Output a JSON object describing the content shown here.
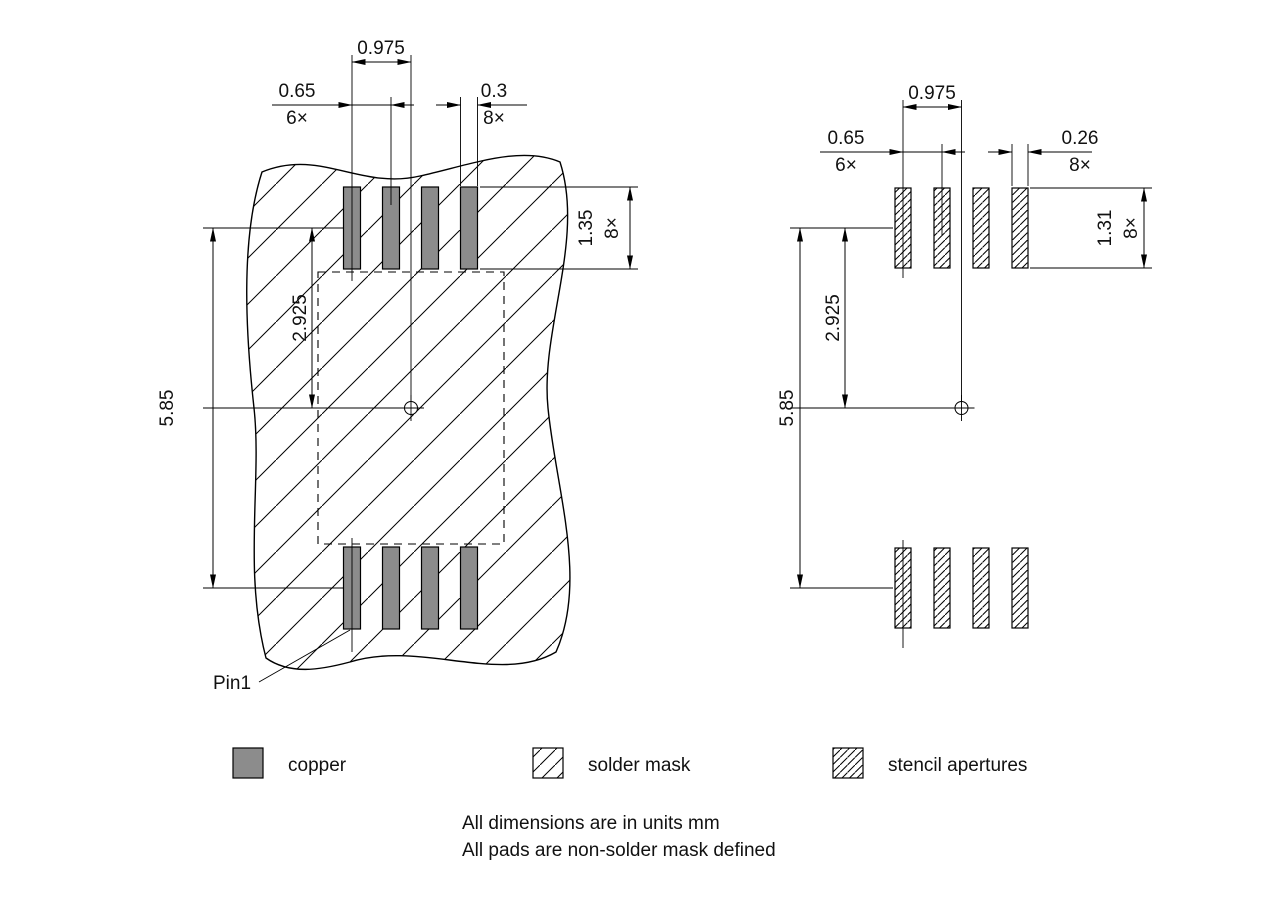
{
  "drawing": {
    "left_view": {
      "dim_pitch_offset": "0.975",
      "dim_pitch": "0.65",
      "dim_pitch_qty": "6×",
      "dim_pad_width": "0.3",
      "dim_pad_width_qty": "8×",
      "dim_pad_height": "1.35",
      "dim_pad_height_qty": "8×",
      "dim_row_to_center": "2.925",
      "dim_row_span": "5.85",
      "pin1_label": "Pin1"
    },
    "right_view": {
      "dim_pitch_offset": "0.975",
      "dim_pitch": "0.65",
      "dim_pitch_qty": "6×",
      "dim_aperture_width": "0.26",
      "dim_aperture_width_qty": "8×",
      "dim_aperture_height": "1.31",
      "dim_aperture_height_qty": "8×",
      "dim_row_to_center": "2.925",
      "dim_row_span": "5.85"
    }
  },
  "legend": {
    "copper": "copper",
    "solder_mask": "solder mask",
    "stencil": "stencil apertures"
  },
  "notes": {
    "line1": "All dimensions are in units mm",
    "line2": "All pads are non-solder mask defined"
  },
  "colors": {
    "copper_fill": "#8c8c8c",
    "line": "#000000",
    "background": "#ffffff"
  }
}
